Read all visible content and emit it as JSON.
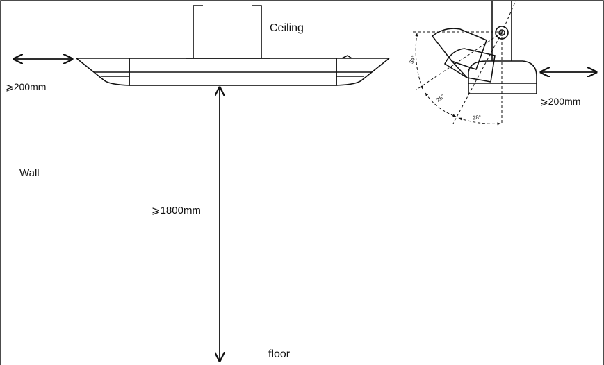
{
  "labels": {
    "ceiling": "Ceiling",
    "left_clearance": "⩾200mm",
    "right_clearance": "⩾200mm",
    "wall": "Wall",
    "min_height": "⩾1800mm",
    "floor": "floor"
  },
  "angles": {
    "angle_1": "34°",
    "angle_2": "28°",
    "angle_3": "28°"
  },
  "colors": {
    "line": "#111111",
    "background": "#ffffff"
  }
}
